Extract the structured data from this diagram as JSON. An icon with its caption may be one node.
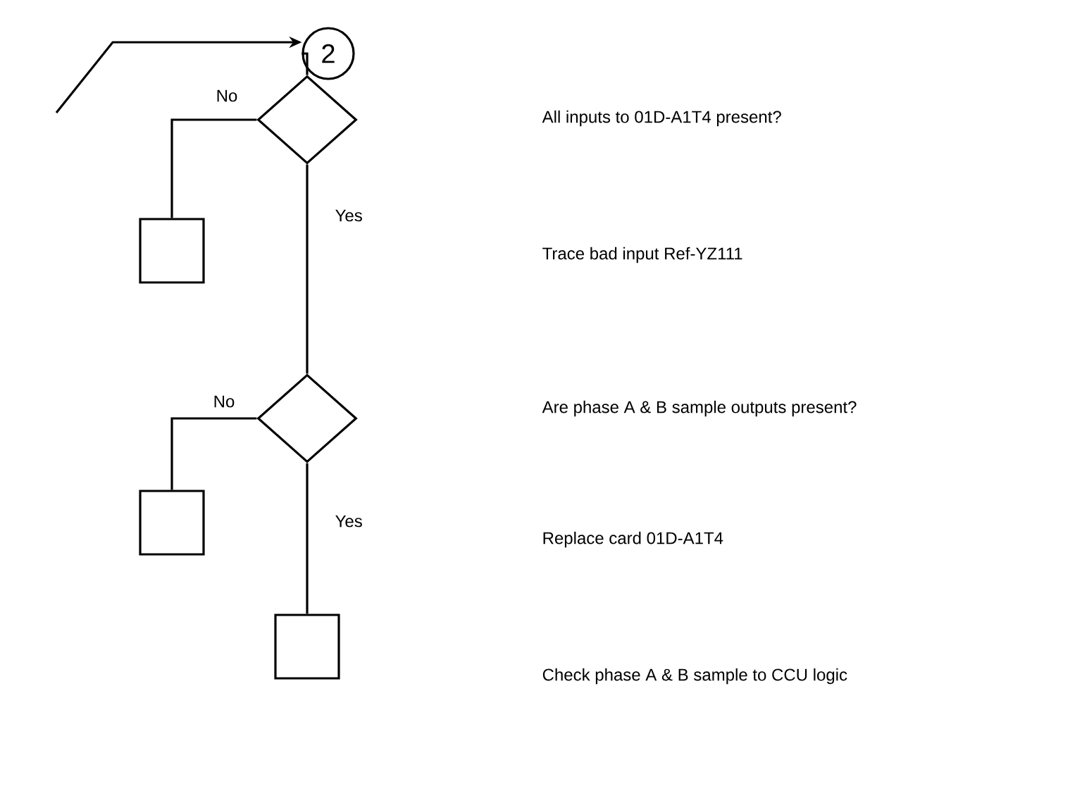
{
  "diagram": {
    "nodes": [
      {
        "text": [
          "2"
        ]
      },
      {
        "text": [],
        "shape": "diamond"
      },
      {
        "text": [],
        "shape": "box"
      },
      {
        "text": [],
        "shape": "diamond"
      },
      {
        "text": [],
        "shape": "box"
      },
      {
        "text": [],
        "shape": "box"
      }
    ],
    "edges": [
      {
        "from": null,
        "to": 0,
        "arrow": "to"
      },
      {
        "from": 0,
        "to": 1,
        "arrow": "none"
      },
      {
        "from": 1,
        "to": 2,
        "arrow": "none",
        "label": "No"
      },
      {
        "from": 1,
        "to": 3,
        "arrow": "none",
        "label": "Yes"
      },
      {
        "from": 3,
        "to": 4,
        "arrow": "none",
        "label": "No"
      },
      {
        "from": 3,
        "to": 5,
        "arrow": "none",
        "label": "Yes"
      }
    ],
    "labels": [
      "All inputs to 01D-A1T4 present?",
      "Trace bad input Ref-YZ111",
      "Are phase A & B sample outputs present?",
      "Replace card 01D-A1T4",
      "Check phase A & B sample to CCU logic"
    ]
  }
}
